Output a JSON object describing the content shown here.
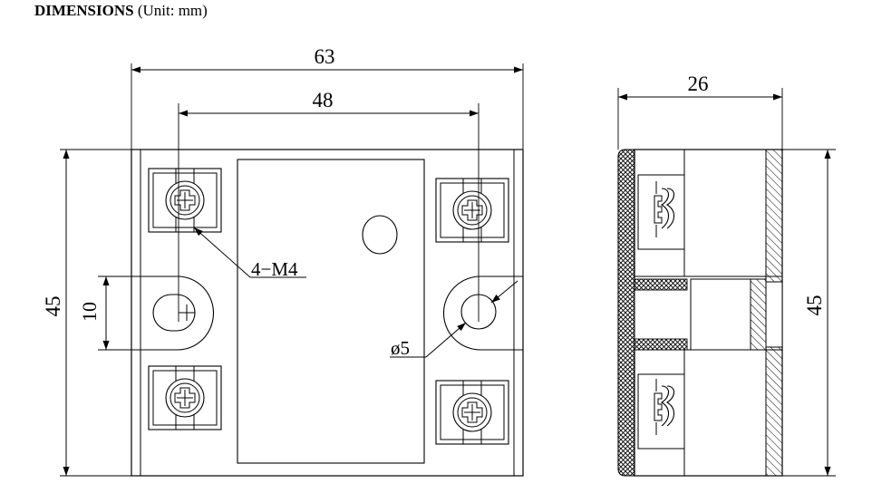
{
  "heading": {
    "title": "DIMENSIONS",
    "unit": "(Unit: mm)"
  },
  "front_view": {
    "width_label": "63",
    "terminal_spacing_label": "48",
    "height_label": "45",
    "slot_height_label": "10",
    "screw_label": "4−M4",
    "hole_label": "ø5"
  },
  "side_view": {
    "depth_label": "26",
    "height_label": "45"
  }
}
